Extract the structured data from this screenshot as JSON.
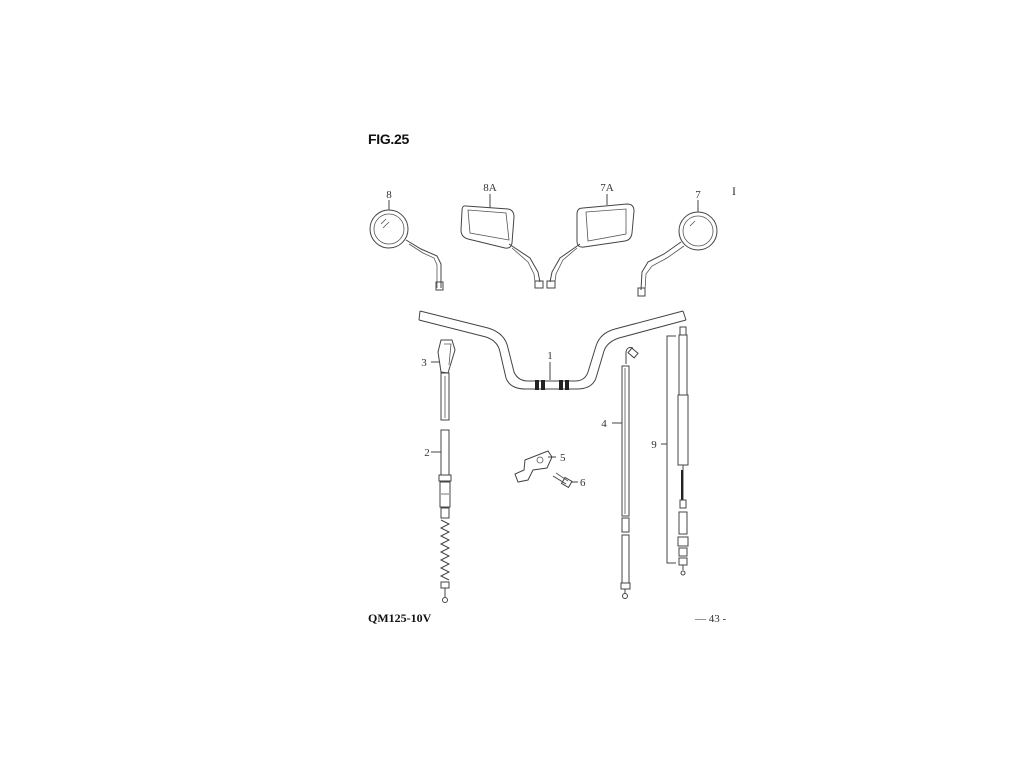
{
  "page": {
    "figure_label": "FIG.25",
    "corner_mark": "I",
    "model": "QM125-10V",
    "page_number": "— 43 -"
  },
  "callouts": {
    "p1": "1",
    "p2": "2",
    "p3": "3",
    "p4": "4",
    "p5": "5",
    "p6": "6",
    "p7": "7",
    "p7a": "7A",
    "p8": "8",
    "p8a": "8A",
    "p9": "9"
  }
}
